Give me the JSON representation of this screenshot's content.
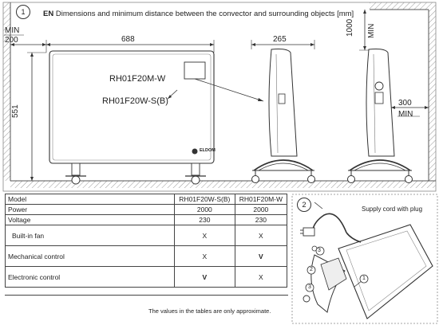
{
  "header": {
    "step": "1",
    "lang": "EN",
    "title": "Dimensions and minimum distance between the convector and surrounding objects [mm]"
  },
  "dimensions": {
    "min_left_label": "MIN",
    "min_left_value": "200",
    "width": "688",
    "depth": "265",
    "height": "551",
    "min_top_value": "1000",
    "min_top_label": "MIN",
    "min_right_value": "300",
    "min_right_label": "MIN"
  },
  "models": {
    "a": "RH01F20M-W",
    "b": "RH01F20W-S(B)"
  },
  "brand": "ELDOM",
  "table": {
    "headers": [
      "Model",
      "RH01F20W-S(B)",
      "RH01F20M-W"
    ],
    "rows": [
      [
        "Power",
        "2000",
        "2000"
      ],
      [
        "Voltage",
        "230",
        "230"
      ],
      [
        "Built-in fan",
        "X",
        "X"
      ],
      [
        "Mechanical control",
        "X",
        "V"
      ],
      [
        "Electronic control",
        "V",
        "X"
      ]
    ]
  },
  "footnote": "The values in the tables are only approximate.",
  "section2": {
    "step": "2",
    "caption": "Supply cord with plug",
    "callouts": [
      "1",
      "2",
      "3"
    ]
  }
}
